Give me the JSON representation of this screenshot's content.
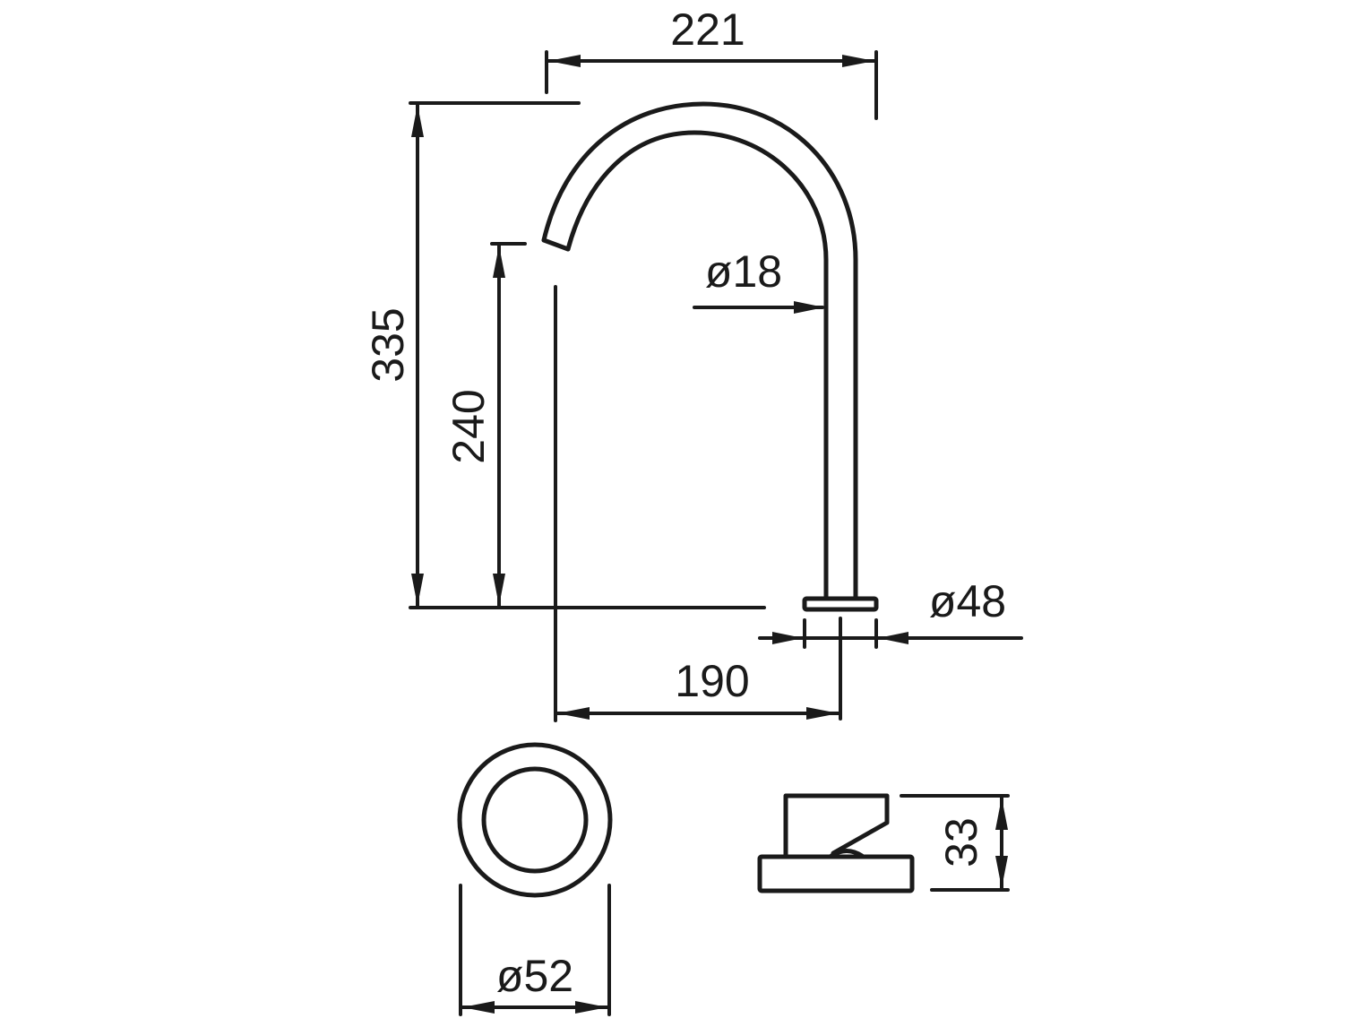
{
  "drawing": {
    "title": "Gooseneck spout technical drawing",
    "colors": {
      "line": "#1a1a1a",
      "background": "#ffffff"
    },
    "units": "mm",
    "dimensions": {
      "spout_reach": {
        "label": "221",
        "value": 221,
        "orientation": "horizontal"
      },
      "total_height": {
        "label": "335",
        "value": 335,
        "orientation": "vertical"
      },
      "outlet_height": {
        "label": "240",
        "value": 240,
        "orientation": "vertical"
      },
      "tube_diameter": {
        "label": "ø18",
        "value": 18,
        "type": "diameter"
      },
      "base_plate_diameter": {
        "label": "ø48",
        "value": 48,
        "type": "diameter"
      },
      "outlet_to_center": {
        "label": "190",
        "value": 190,
        "orientation": "horizontal"
      },
      "escutcheon_diameter": {
        "label": "ø52",
        "value": 52,
        "type": "diameter"
      },
      "handle_height": {
        "label": "33",
        "value": 33,
        "orientation": "vertical"
      }
    },
    "views": [
      {
        "name": "side-elevation-spout"
      },
      {
        "name": "top-view-escutcheon"
      },
      {
        "name": "side-view-handle"
      }
    ]
  }
}
